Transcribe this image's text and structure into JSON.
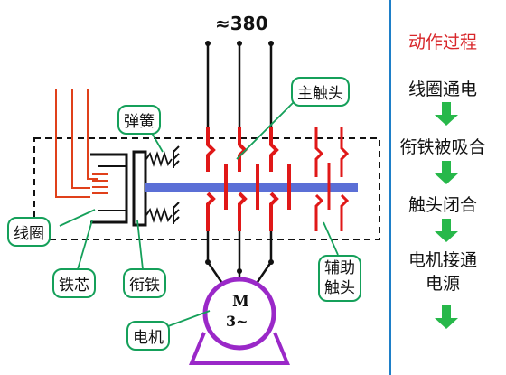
{
  "voltage_label": "≈380",
  "motor": {
    "line1": "M",
    "line2": "3~"
  },
  "labels": {
    "spring": "弹簧",
    "main_contact": "主触头",
    "coil": "线圈",
    "core": "铁芯",
    "armature": "衔铁",
    "motor": "电机",
    "aux_contact_1": "辅助",
    "aux_contact_2": "触头"
  },
  "process": {
    "title": "动作过程",
    "steps": [
      "线圈通电",
      "衔铁被吸合",
      "触头闭合",
      "电机接通电源"
    ],
    "step4_line1": "电机接通",
    "step4_line2": "电源"
  },
  "colors": {
    "coil_wire": "#e0401a",
    "contact": "#e01818",
    "rod": "#5b6fd6",
    "motor": "#9a28c8",
    "arrow": "#27b84a",
    "title": "#d8262a",
    "divider": "#1e7fc8",
    "callout_border": "#15a05a"
  }
}
